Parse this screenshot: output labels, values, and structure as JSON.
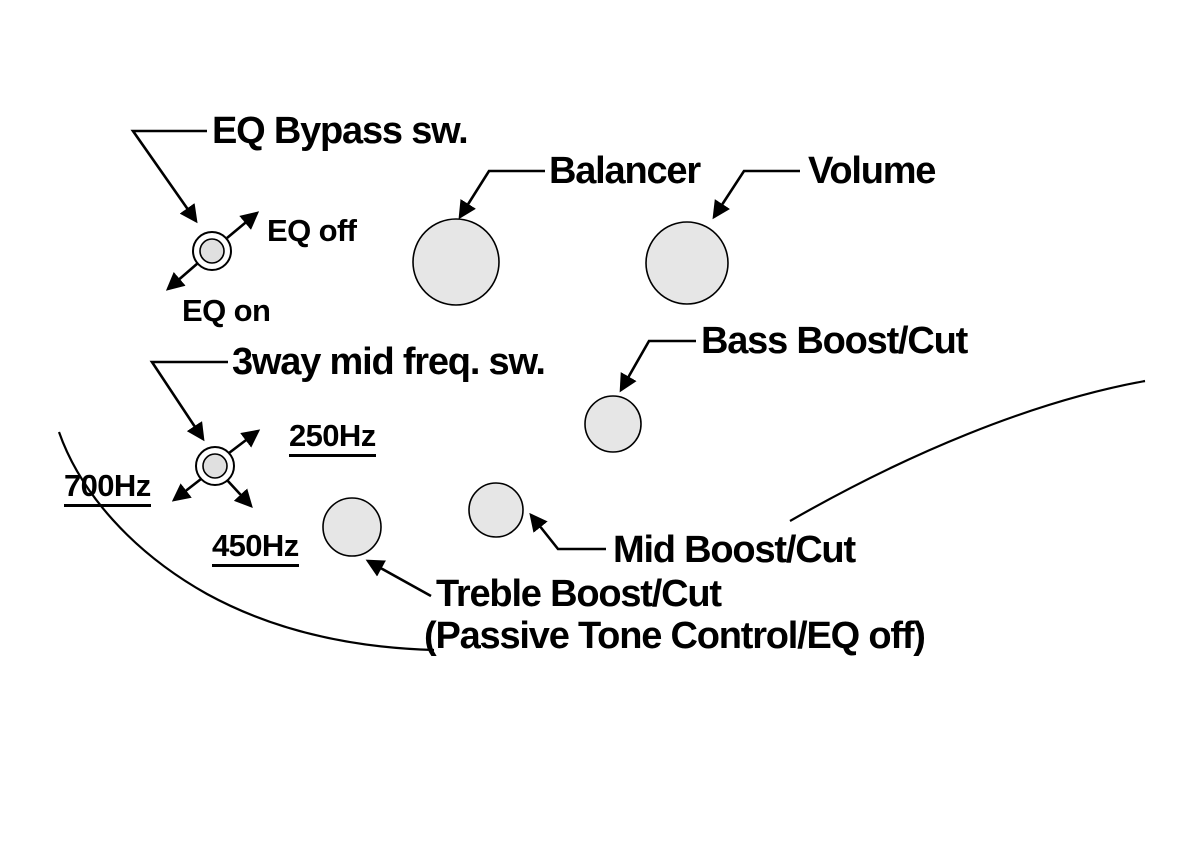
{
  "colors": {
    "background": "#ffffff",
    "stroke": "#000000",
    "knob_fill": "#e6e6e6",
    "switch_fill": "#e0e0e0"
  },
  "labels": {
    "eq_bypass_sw": "EQ Bypass sw.",
    "eq_off": "EQ off",
    "eq_on": "EQ on",
    "balancer": "Balancer",
    "volume": "Volume",
    "bass_boost_cut": "Bass Boost/Cut",
    "mid_freq_sw": "3way mid freq. sw.",
    "freq_250": "250Hz",
    "freq_700": "700Hz",
    "freq_450": "450Hz",
    "mid_boost_cut": "Mid Boost/Cut",
    "treble_boost_cut": "Treble Boost/Cut",
    "treble_passive_note": "(Passive Tone Control/EQ off)"
  }
}
